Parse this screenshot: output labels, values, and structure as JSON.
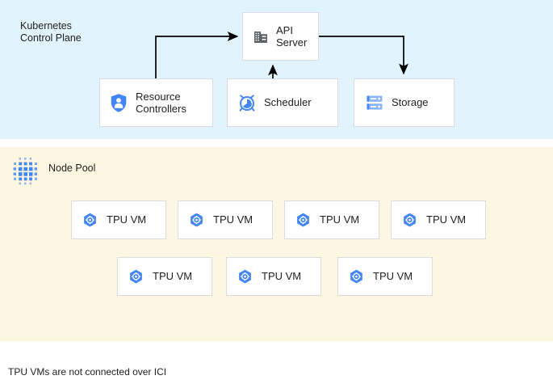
{
  "diagram": {
    "footnote": "TPU VMs are not connected over ICI",
    "colors": {
      "control_plane_background": "#E1F4FD",
      "node_pool_background": "#FDF6E0",
      "card_background": "#FFFFFF",
      "card_border": "#D9DCE0",
      "accent_blue": "#4285F4",
      "icon_gray": "#5F6368",
      "arrow_black": "#000000",
      "text": "#202124"
    },
    "sections": [
      {
        "id": "control-plane",
        "label": "Kubernetes\nControl Plane",
        "components": [
          {
            "id": "api-server",
            "label": "API\nServer",
            "icon": "domain-building-icon"
          },
          {
            "id": "resource-controllers",
            "label": "Resource\nControllers",
            "icon": "shield-user-icon"
          },
          {
            "id": "scheduler",
            "label": "Scheduler",
            "icon": "alarm-clock-icon"
          },
          {
            "id": "storage",
            "label": "Storage",
            "icon": "storage-rack-icon"
          }
        ]
      },
      {
        "id": "node-pool",
        "label": "Node Pool",
        "icon": "node-pool-dots-icon",
        "rows": [
          {
            "nodes": [
              {
                "label": "TPU VM",
                "icon": "tpu-hexagon-gear-icon"
              },
              {
                "label": "TPU VM",
                "icon": "tpu-hexagon-gear-icon"
              },
              {
                "label": "TPU VM",
                "icon": "tpu-hexagon-gear-icon"
              },
              {
                "label": "TPU VM",
                "icon": "tpu-hexagon-gear-icon"
              }
            ]
          },
          {
            "nodes": [
              {
                "label": "TPU VM",
                "icon": "tpu-hexagon-gear-icon"
              },
              {
                "label": "TPU VM",
                "icon": "tpu-hexagon-gear-icon"
              },
              {
                "label": "TPU VM",
                "icon": "tpu-hexagon-gear-icon"
              }
            ]
          }
        ]
      }
    ],
    "connections": [
      {
        "id": "resource-controllers-to-api-server",
        "from": "resource-controllers",
        "to": "api-server",
        "direction": "to-api-server"
      },
      {
        "id": "scheduler-to-api-server",
        "from": "scheduler",
        "to": "api-server",
        "direction": "to-api-server"
      },
      {
        "id": "api-server-to-storage",
        "from": "api-server",
        "to": "storage",
        "direction": "to-storage"
      }
    ]
  }
}
